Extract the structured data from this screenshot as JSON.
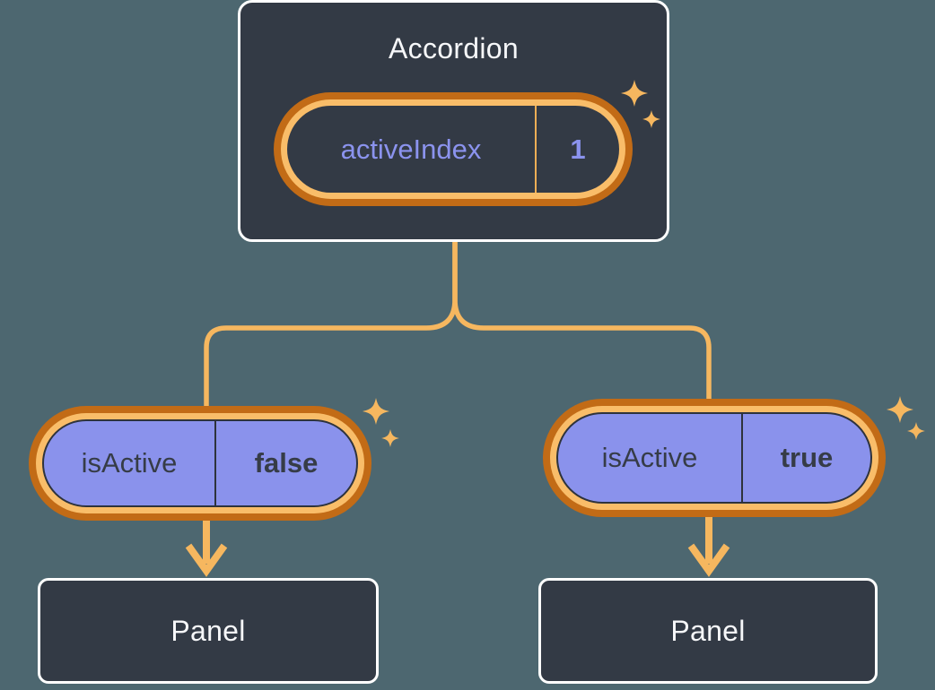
{
  "colors": {
    "background": "#4D6770",
    "node_fill": "#333A45",
    "node_border": "#FFFFFF",
    "highlight_ring_outer": "#C26B16",
    "highlight_ring_inner": "#F9BD69",
    "connector_line": "#F6B75F",
    "pill_purple_fill": "#8A92EC",
    "purple_text": "#8B93EE",
    "dark_text": "#363C47",
    "light_text": "#F6F7F9"
  },
  "accordion": {
    "title": "Accordion",
    "state_pill": {
      "name": "activeIndex",
      "value": "1"
    }
  },
  "children": [
    {
      "prop_pill": {
        "name": "isActive",
        "value": "false"
      },
      "panel": {
        "title": "Panel"
      }
    },
    {
      "prop_pill": {
        "name": "isActive",
        "value": "true"
      },
      "panel": {
        "title": "Panel"
      }
    }
  ],
  "icons": {
    "sparkle": "four-point-sparkle"
  }
}
